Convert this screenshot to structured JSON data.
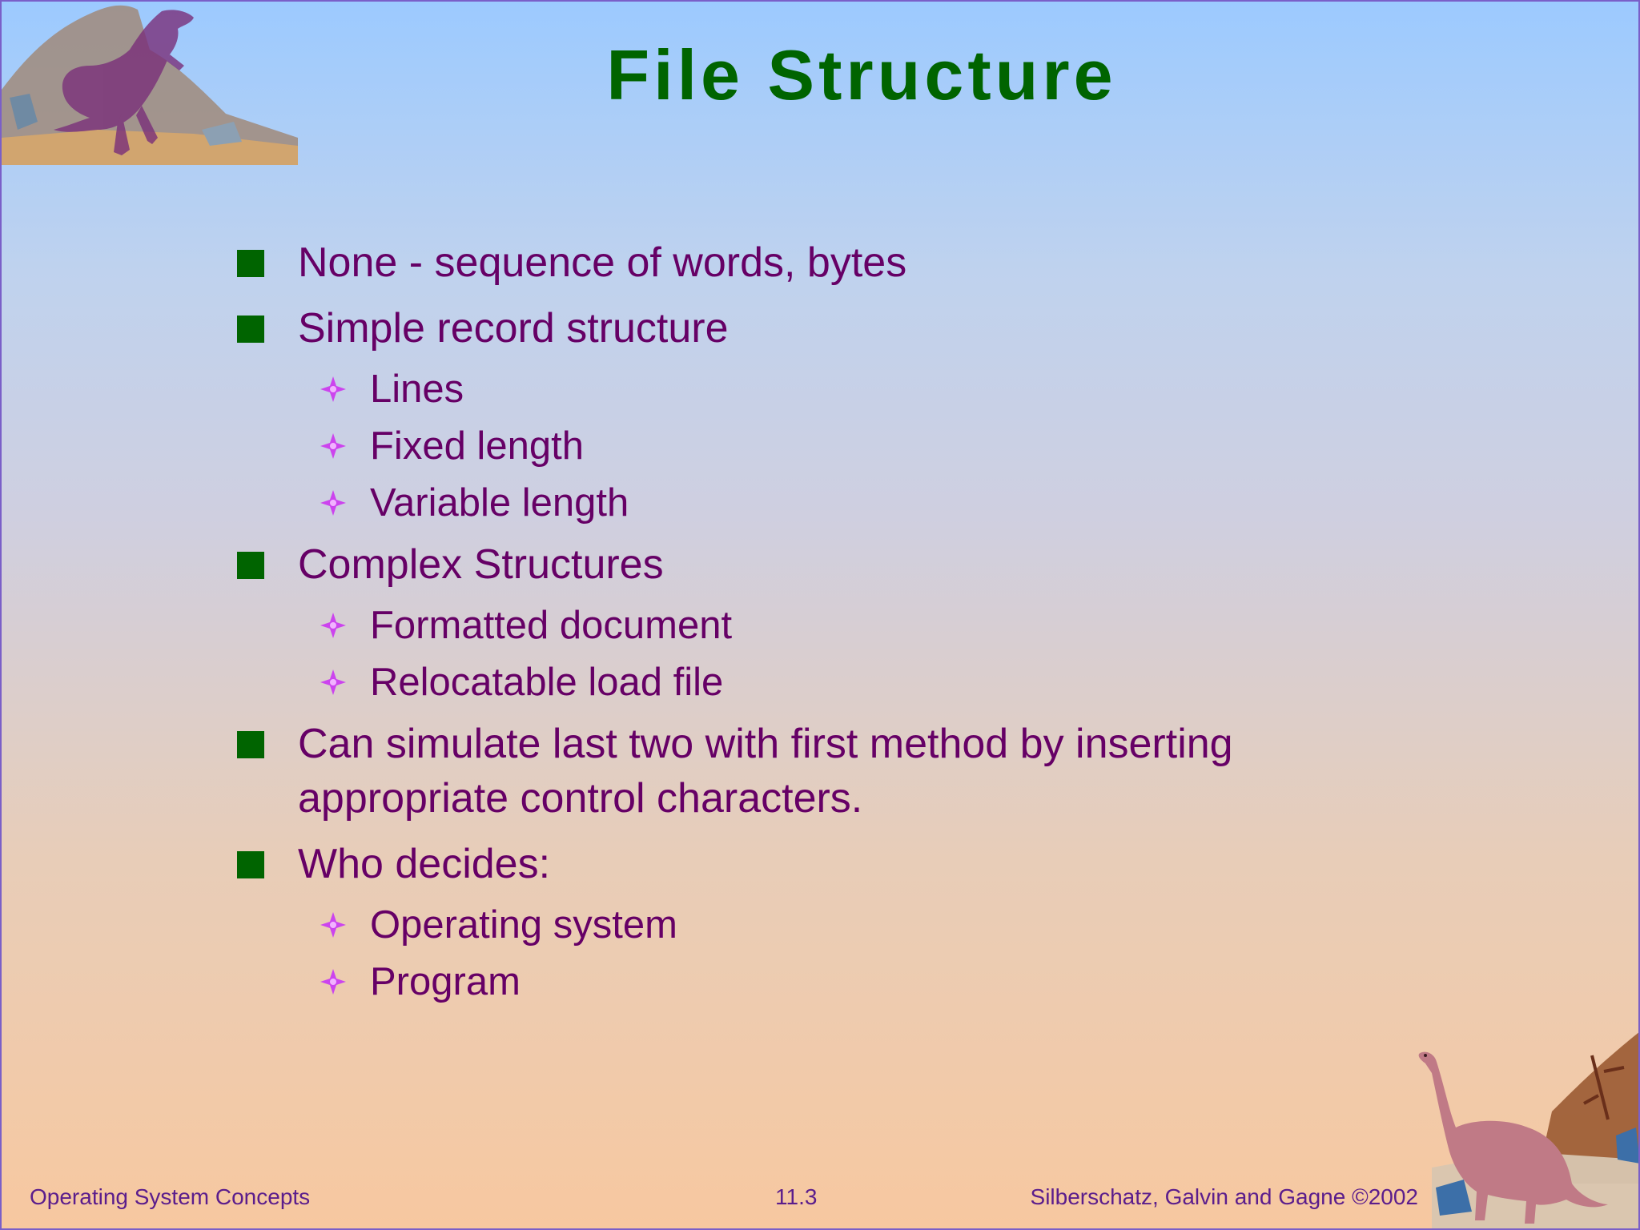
{
  "slide": {
    "title": "File Structure",
    "items": [
      {
        "level": 1,
        "text": "None - sequence of words, bytes"
      },
      {
        "level": 1,
        "text": "Simple record structure"
      },
      {
        "level": 2,
        "text": "Lines"
      },
      {
        "level": 2,
        "text": "Fixed length"
      },
      {
        "level": 2,
        "text": "Variable length"
      },
      {
        "level": 1,
        "text": "Complex Structures"
      },
      {
        "level": 2,
        "text": "Formatted document"
      },
      {
        "level": 2,
        "text": "Relocatable load file"
      },
      {
        "level": 1,
        "text": "Can simulate last two with first method by inserting appropriate control characters."
      },
      {
        "level": 1,
        "text": "Who decides:"
      },
      {
        "level": 2,
        "text": "Operating system"
      },
      {
        "level": 2,
        "text": "Program"
      }
    ],
    "footer": {
      "left": "Operating System Concepts",
      "center": "11.3",
      "right": "Silberschatz, Galvin and  Gagne ©2002"
    }
  },
  "colors": {
    "title": "#006400",
    "text": "#660066",
    "bullet_square": "#006400",
    "bullet_star": "#cc44ee",
    "footer": "#5b1d8c"
  },
  "icons": {
    "top_left": "t-rex-dinosaur-icon",
    "bottom_right": "brontosaurus-dinosaur-icon",
    "level1_bullet": "square-bullet-icon",
    "level2_bullet": "four-point-star-bullet-icon"
  }
}
